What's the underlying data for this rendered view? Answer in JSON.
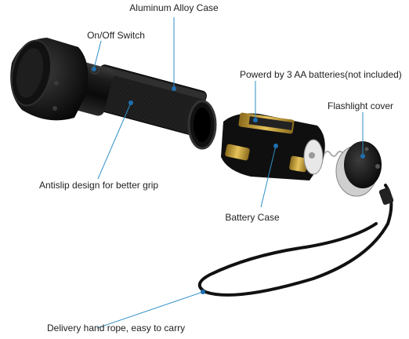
{
  "callouts": {
    "case": "Aluminum Alloy Case",
    "switch": "On/Off Switch",
    "batteries": "Powerd by 3 AA batteries(not included)",
    "cover": "Flashlight cover",
    "grip": "Antislip design for better grip",
    "battery_case": "Battery Case",
    "rope": "Delivery hand rope, easy to carry"
  },
  "colors": {
    "leader_line": "#2e8fc6",
    "dot": "#1f6fb0",
    "body": "#141414",
    "battery_gold": "#c9a23a"
  }
}
